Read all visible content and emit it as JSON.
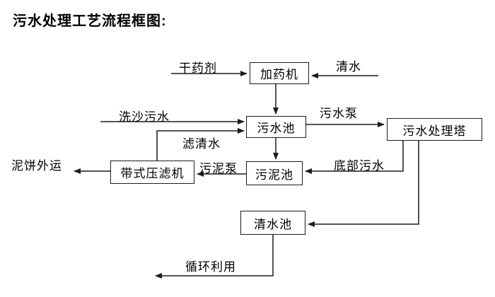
{
  "title": "污水处理工艺流程框图:",
  "diagram": {
    "type": "flowchart",
    "nodes": [
      {
        "id": "dosing-machine",
        "label": "加药机"
      },
      {
        "id": "sewage-pool",
        "label": "污水池"
      },
      {
        "id": "treatment-tower",
        "label": "污水处理塔"
      },
      {
        "id": "sludge-pool",
        "label": "污泥池"
      },
      {
        "id": "belt-filter-press",
        "label": "带式压滤机"
      },
      {
        "id": "clean-water-pool",
        "label": "清水池"
      }
    ],
    "edge_labels": [
      {
        "id": "dry-agent",
        "label": "干药剂"
      },
      {
        "id": "clean-water",
        "label": "清水"
      },
      {
        "id": "sand-washing-sewage",
        "label": "洗沙污水"
      },
      {
        "id": "sewage-pump",
        "label": "污水泵"
      },
      {
        "id": "filtered-water",
        "label": "滤清水"
      },
      {
        "id": "bottom-sewage",
        "label": "底部污水"
      },
      {
        "id": "sludge-pump",
        "label": "污泥泵"
      },
      {
        "id": "mud-cake-out",
        "label": "泥饼外运"
      },
      {
        "id": "recycle-use",
        "label": "循环利用"
      }
    ],
    "colors": {
      "background": "#ffffff",
      "line": "#1c1c1c",
      "box_border": "#1c1c1c",
      "text": "#000000"
    }
  }
}
